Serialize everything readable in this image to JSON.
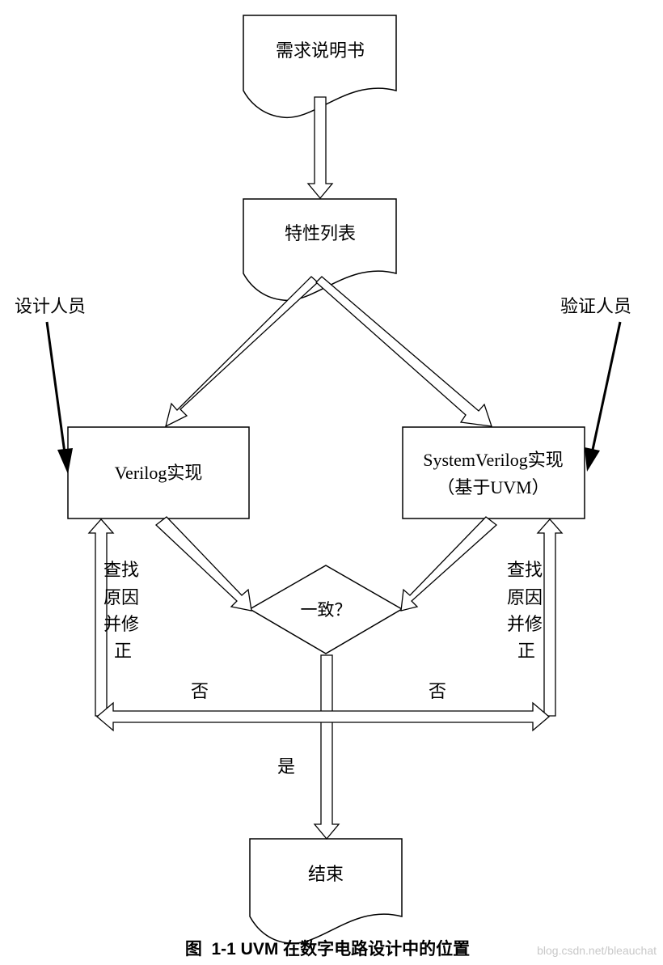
{
  "nodes": {
    "requirements_doc": "需求说明书",
    "feature_list": "特性列表",
    "verilog_impl": "Verilog实现",
    "systemverilog_impl_line1": "SystemVerilog实现",
    "systemverilog_impl_line2": "（基于UVM）",
    "consistent_decision": "一致？",
    "end": "结束"
  },
  "actors": {
    "designer": "设计人员",
    "verifier": "验证人员"
  },
  "edge_labels": {
    "fix_left": [
      "查找",
      "原因",
      "并修",
      "正"
    ],
    "fix_right": [
      "查找",
      "原因",
      "并修",
      "正"
    ],
    "no_left": "否",
    "no_right": "否",
    "yes": "是"
  },
  "caption": "图  1-1 UVM 在数字电路设计中的位置",
  "watermark": "blog.csdn.net/bleauchat",
  "colors": {
    "stroke": "#000000",
    "fill": "#ffffff",
    "watermark": "#c8c8c8"
  }
}
